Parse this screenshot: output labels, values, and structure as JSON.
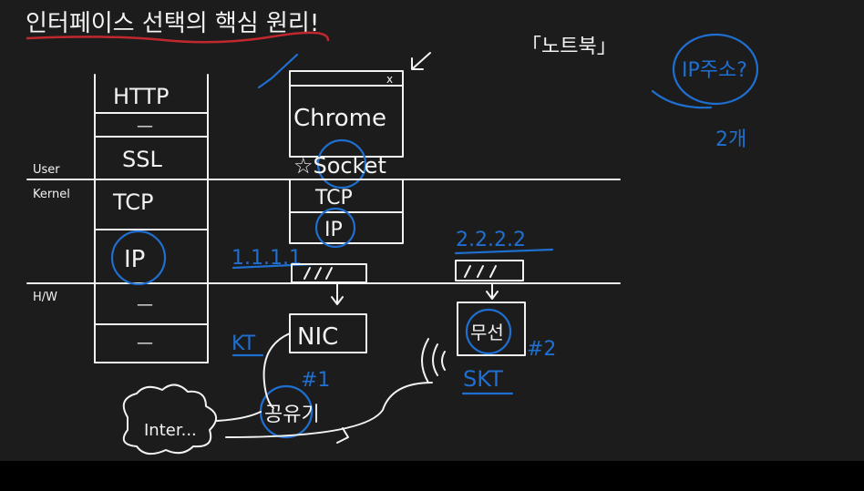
{
  "title": "인터페이스 선택의 핵심 원리!",
  "note_tag": "「노트북」",
  "ip_note": "IP주소?",
  "ip_count": "2개",
  "stack": [
    "HTTP",
    "—",
    "SSL",
    "TCP",
    "IP",
    "—",
    "—"
  ],
  "labels": {
    "user": "User",
    "kernel": "Kernel",
    "hw": "H/W"
  },
  "chrome": {
    "name": "Chrome",
    "socket": "☆Socket",
    "tcp": "TCP",
    "ip": "IP"
  },
  "nic1": {
    "ip": "1.1.1.1",
    "name": "NIC",
    "isp": "KT",
    "num": "#1"
  },
  "nic2": {
    "ip": "2.2.2.2",
    "name": "무선",
    "isp": "SKT",
    "num": "#2"
  },
  "router": "공유기",
  "internet": "Inter..."
}
